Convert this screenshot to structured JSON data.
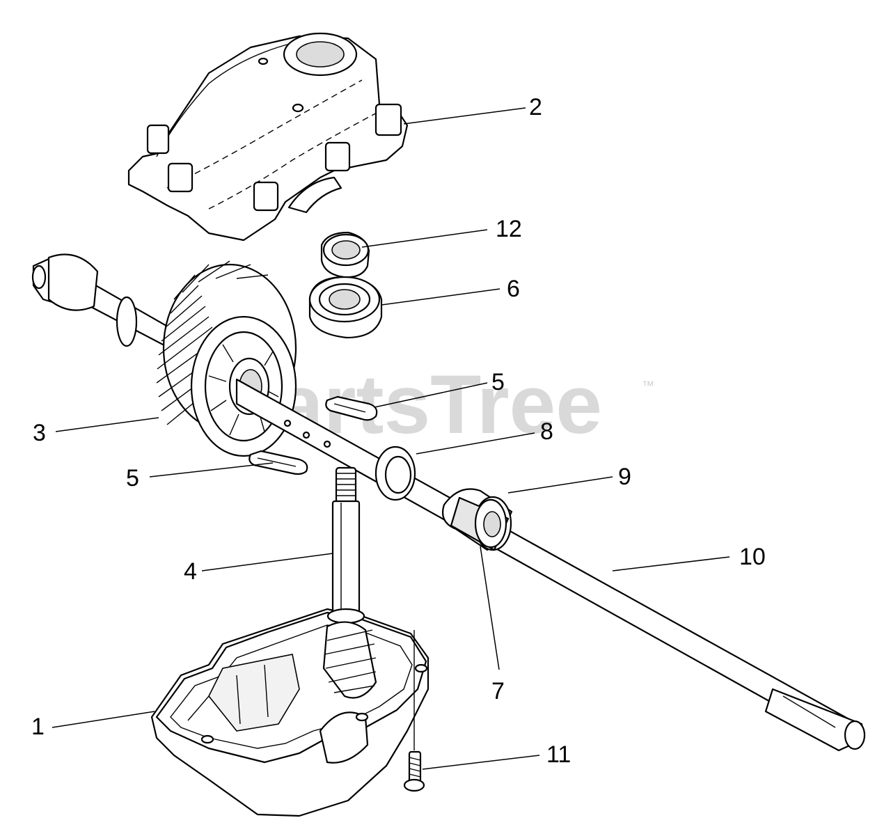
{
  "watermark": {
    "text": "PartsTree",
    "tm": "™"
  },
  "callouts": {
    "c1": "1",
    "c2": "2",
    "c3": "3",
    "c4": "4",
    "c5a": "5",
    "c5b": "5",
    "c6": "6",
    "c7": "7",
    "c8": "8",
    "c9": "9",
    "c10": "10",
    "c11": "11",
    "c12": "12"
  },
  "parts": [
    {
      "number": "1",
      "part": "lower-gear-housing"
    },
    {
      "number": "2",
      "part": "upper-gear-housing"
    },
    {
      "number": "3",
      "part": "helical-gear"
    },
    {
      "number": "4",
      "part": "worm-input-shaft"
    },
    {
      "number": "5",
      "part": "pin"
    },
    {
      "number": "6",
      "part": "ball-bearing"
    },
    {
      "number": "7",
      "part": "bushing"
    },
    {
      "number": "8",
      "part": "washer"
    },
    {
      "number": "9",
      "part": "sleeve"
    },
    {
      "number": "10",
      "part": "output-shaft"
    },
    {
      "number": "11",
      "part": "screw"
    },
    {
      "number": "12",
      "part": "ball-bearing-small"
    }
  ]
}
